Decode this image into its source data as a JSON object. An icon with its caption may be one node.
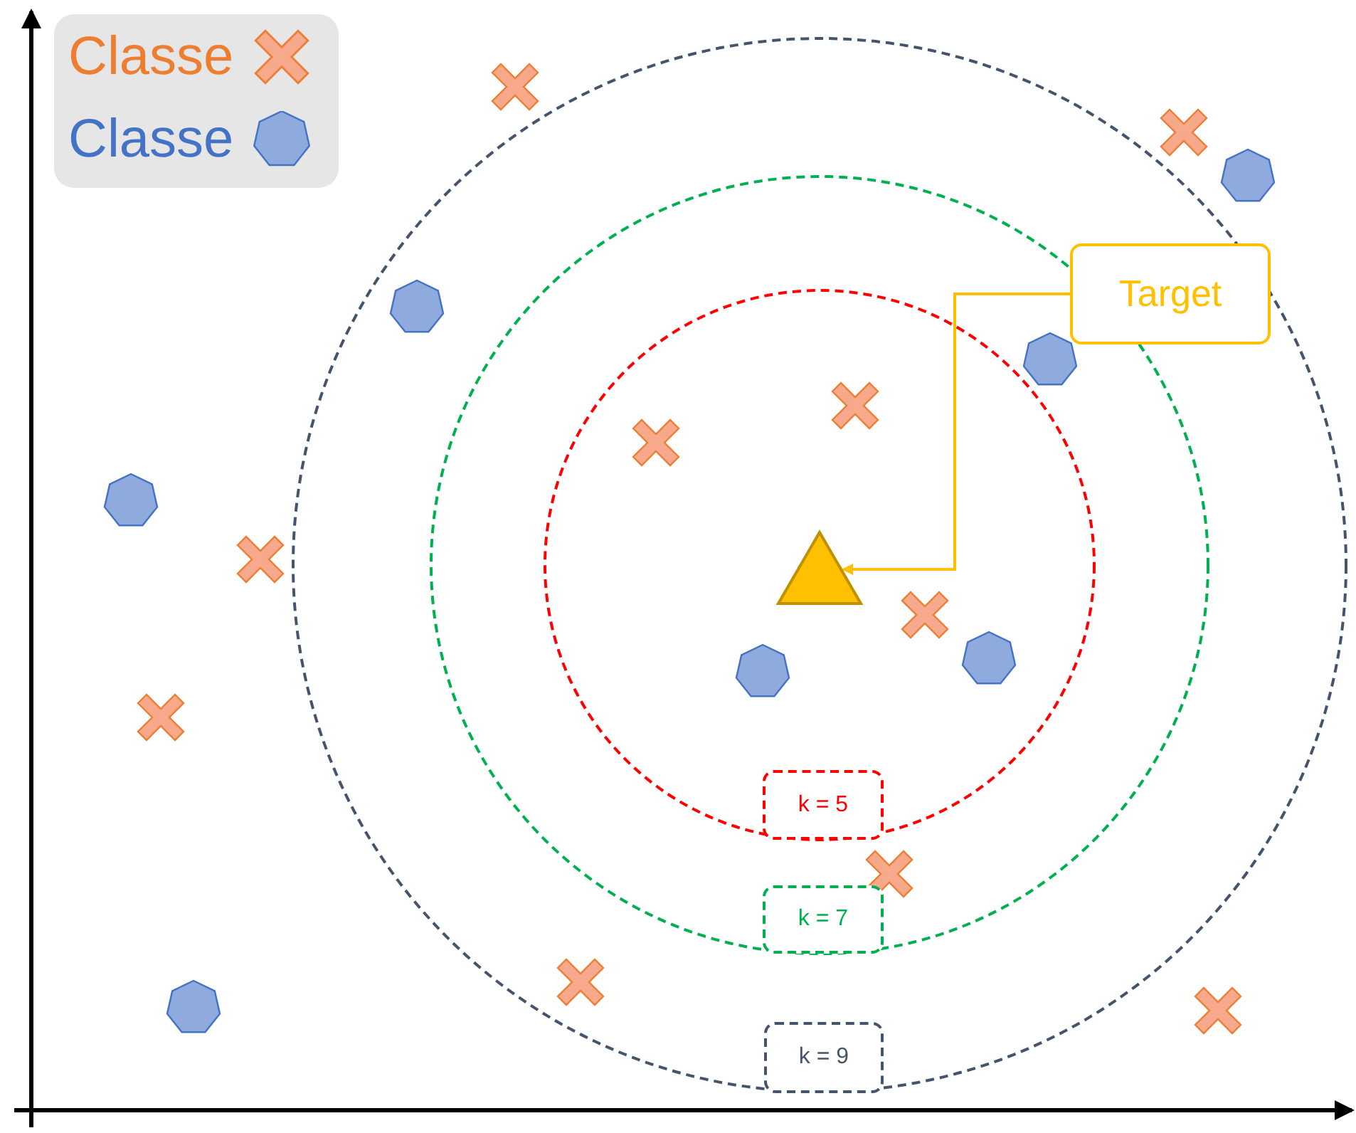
{
  "diagram": {
    "nodes": [
      {
        "text": [
          "Target"
        ]
      },
      {
        "text": [],
        "shape": "triangle"
      },
      {
        "text": [
          "k = 5"
        ]
      },
      {
        "text": [
          "k = 7"
        ]
      },
      {
        "text": [
          "k = 9"
        ]
      }
    ],
    "edges": [
      {
        "from": 0,
        "to": 1,
        "arrow": "to"
      }
    ],
    "legend": [
      {
        "text": "Classe"
      },
      {
        "text": "Classe"
      }
    ]
  }
}
